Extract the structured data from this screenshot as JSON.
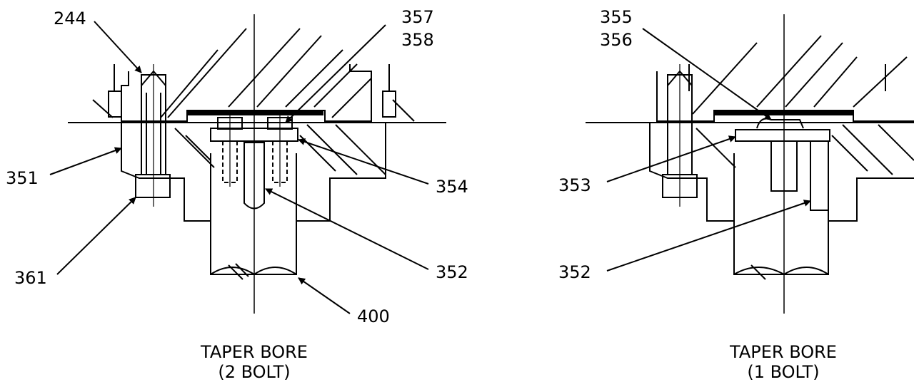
{
  "left_view": {
    "caption_line1": "TAPER BORE",
    "caption_line2": "(2 BOLT)",
    "callouts": {
      "c244": "244",
      "c357": "357",
      "c358": "358",
      "c351": "351",
      "c354": "354",
      "c361": "361",
      "c352": "352",
      "c400": "400"
    }
  },
  "right_view": {
    "caption_line1": "TAPER BORE",
    "caption_line2": "(1 BOLT)",
    "callouts": {
      "c355": "355",
      "c356": "356",
      "c353": "353",
      "c352": "352"
    }
  },
  "colors": {
    "ink": "#000000",
    "paper": "#ffffff"
  }
}
